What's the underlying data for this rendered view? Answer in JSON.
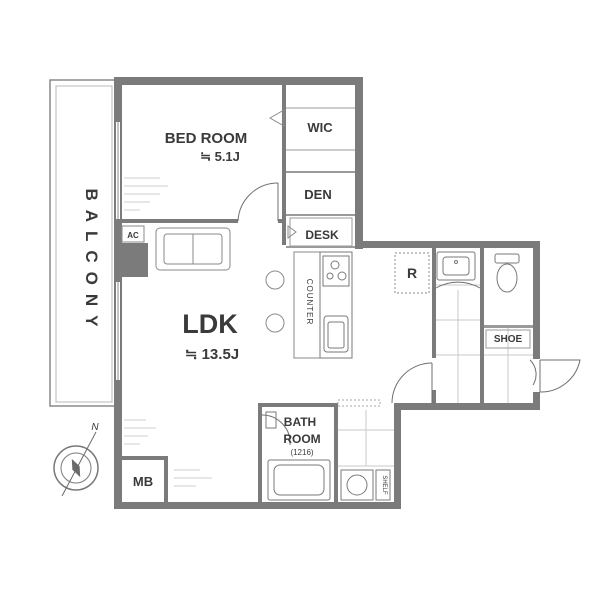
{
  "rooms": {
    "bedroom": {
      "name": "BED ROOM",
      "area": "≒ 5.1J"
    },
    "wic": {
      "name": "WIC"
    },
    "den": {
      "name": "DEN"
    },
    "desk": {
      "name": "DESK"
    },
    "ldk": {
      "name": "LDK",
      "area": "≒ 13.5J"
    },
    "bath": {
      "name_line1": "BATH",
      "name_line2": "ROOM",
      "size": "(1216)"
    },
    "shoe": {
      "name": "SHOE"
    },
    "mb": {
      "name": "MB"
    },
    "ac": {
      "name": "AC"
    },
    "fridge": {
      "name": "R"
    },
    "counter": {
      "name": "COUNTER"
    },
    "shelf": {
      "name": "SHELF"
    },
    "balcony": {
      "name": "BALCONY"
    }
  },
  "compass": {
    "north_label": "N"
  },
  "colors": {
    "wall": "#7b7b7b",
    "tile": "#c9c9c9",
    "text": "#3a3a3a"
  }
}
